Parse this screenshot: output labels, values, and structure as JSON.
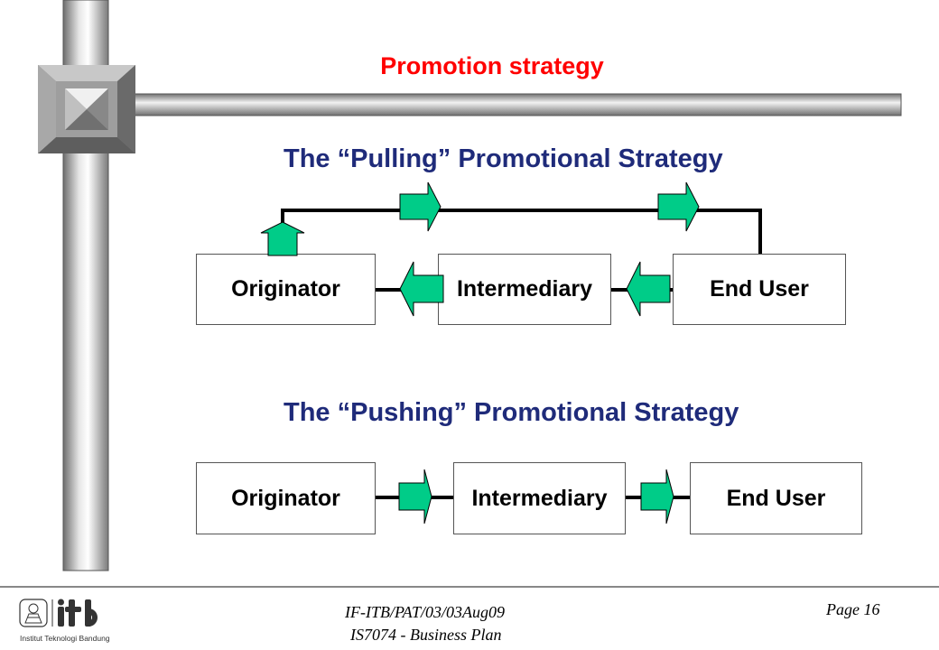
{
  "slide": {
    "title": "Promotion strategy"
  },
  "pulling": {
    "title": "The “Pulling” Promotional Strategy",
    "originator": "Originator",
    "intermediary": "Intermediary",
    "end_user": "End User"
  },
  "pushing": {
    "title": "The “Pushing” Promotional Strategy",
    "originator": "Originator",
    "intermediary": "Intermediary",
    "end_user": "End User"
  },
  "footer": {
    "code": "IF-ITB/PAT/03/03Aug09",
    "course": "IS7074 - Business Plan",
    "page": "Page 16",
    "logo_text": "Institut Teknologi Bandung"
  },
  "colors": {
    "title_red": "#ff0000",
    "heading_blue": "#1f2b7a",
    "arrow_green": "#00cc88",
    "pipe_gray": "#9a9a9a"
  }
}
